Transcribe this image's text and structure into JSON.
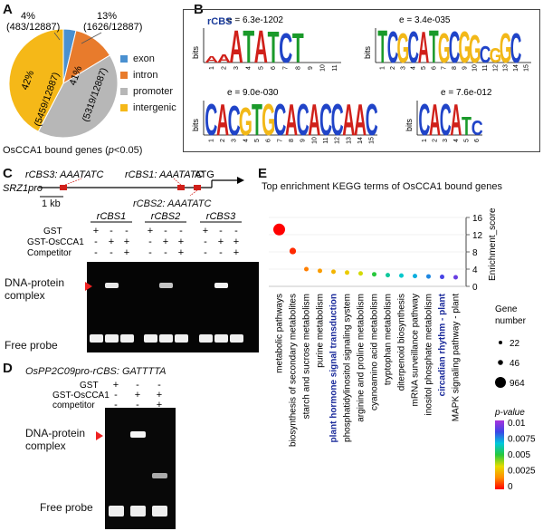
{
  "panels": {
    "A": "A",
    "B": "B",
    "C": "C",
    "D": "D",
    "E": "E"
  },
  "panelA": {
    "chart_data": {
      "type": "pie",
      "title": "OsCCA1 bound genes (p<0.05)",
      "categories": [
        "exon",
        "intron",
        "promoter",
        "intergenic"
      ],
      "values": [
        483,
        1626,
        5319,
        5459
      ],
      "total": 12887,
      "percent_labels": [
        "4%",
        "13%",
        "41%",
        "42%"
      ],
      "count_labels": [
        "(483/12887)",
        "(1626/12887)",
        "(5319/12887)",
        "(5459/12887)"
      ],
      "colors": [
        "#4a90d0",
        "#e87b2c",
        "#b7b7b7",
        "#f5b818"
      ]
    },
    "legend": [
      "exon",
      "intron",
      "promoter",
      "intergenic"
    ],
    "caption_prefix": "OsCCA1 bound genes (",
    "caption_p": "p",
    "caption_suffix": "<0.05)"
  },
  "panelB": {
    "motifs": [
      {
        "label": "rCBS",
        "evalue": "e = 6.3e-1202",
        "letters": "AAATATCT",
        "positions": [
          "1",
          "2",
          "3",
          "4",
          "5",
          "6",
          "7",
          "8",
          "9",
          "10",
          "11"
        ],
        "ylabel": "bits"
      },
      {
        "label": "",
        "evalue": "e = 3.4e-035",
        "letters": "TCGCATGCGGCGGC",
        "positions": [
          "1",
          "2",
          "3",
          "4",
          "5",
          "6",
          "7",
          "8",
          "9",
          "10",
          "11",
          "12",
          "13",
          "14",
          "15"
        ],
        "ylabel": "bits"
      },
      {
        "label": "",
        "evalue": "e = 9.0e-030",
        "letters": "CACGTGCACACCAAC",
        "positions": [
          "1",
          "2",
          "3",
          "4",
          "5",
          "6",
          "7",
          "8",
          "9",
          "10",
          "11",
          "12",
          "13",
          "14",
          "15"
        ],
        "ylabel": "bits"
      },
      {
        "label": "",
        "evalue": "e = 7.6e-012",
        "letters": "CACATC",
        "positions": [
          "1",
          "2",
          "3",
          "4",
          "5",
          "6"
        ],
        "ylabel": "bits"
      }
    ]
  },
  "panelC": {
    "promoter": "SRZ1pro",
    "rcbs3": "rCBS3: AAATATC",
    "rcbs1": "rCBS1: AAATATC",
    "rcbs2": "rCBS2: AAATATC",
    "scale": "1 kb",
    "atg": "ATG",
    "lane_groups": [
      "rCBS1",
      "rCBS2",
      "rCBS3"
    ],
    "rows": [
      {
        "label": "GST",
        "signs": [
          "+",
          "-",
          "-",
          "+",
          "-",
          "-",
          "+",
          "-",
          "-"
        ]
      },
      {
        "label": "GST-OsCCA1",
        "signs": [
          "-",
          "+",
          "+",
          "-",
          "+",
          "+",
          "-",
          "+",
          "+"
        ]
      },
      {
        "label": "Competitor",
        "signs": [
          "-",
          "-",
          "+",
          "-",
          "-",
          "+",
          "-",
          "-",
          "+"
        ]
      }
    ],
    "complex_label_1": "DNA-protein",
    "complex_label_2": "complex",
    "free_probe": "Free probe"
  },
  "panelD": {
    "title": "OsPP2C09pro-rCBS: GATTTTA",
    "rows": [
      {
        "label": "GST",
        "signs": [
          "+",
          "-",
          "-"
        ]
      },
      {
        "label": "GST-OsCCA1",
        "signs": [
          "-",
          "+",
          "+"
        ]
      },
      {
        "label": "competitor",
        "signs": [
          "-",
          "-",
          "+"
        ]
      }
    ],
    "complex_label_1": "DNA-protein",
    "complex_label_2": "complex",
    "free_probe": "Free probe"
  },
  "panelE": {
    "title": "Top enrichment KEGG terms of OsCCA1 bound genes",
    "chart_data": {
      "type": "scatter",
      "ylabel": "Enrichment_score",
      "ylim": [
        0,
        16
      ],
      "yticks": [
        "0",
        "4",
        "8",
        "12",
        "16"
      ],
      "categories": [
        "metabolic pathways",
        "biosynthesis of secondary metabolites",
        "starch and sucrose metabolism",
        "purine metabolism",
        "plant hormone signal transduction",
        "phosphatidylinositol signaling system",
        "arginine and proline metabolism",
        "cyanoamino acid metabolism",
        "tryptophan metabolism",
        "diterpenoid biosynthesis",
        "mRNA surveillance pathway",
        "inositol phosphate metabolism",
        "circadian rhythm - plant",
        "MAPK signaling pathway - plant"
      ],
      "highlight": [
        false,
        false,
        false,
        false,
        true,
        false,
        false,
        false,
        false,
        false,
        false,
        false,
        true,
        false
      ],
      "values": [
        13.2,
        8.2,
        4.0,
        3.6,
        3.4,
        3.2,
        3.0,
        2.8,
        2.6,
        2.5,
        2.4,
        2.3,
        2.2,
        2.1
      ],
      "gene_numbers": [
        964,
        300,
        55,
        46,
        60,
        30,
        30,
        22,
        22,
        22,
        24,
        22,
        22,
        22
      ],
      "p_values": [
        0.0,
        0.0005,
        0.0015,
        0.002,
        0.0025,
        0.003,
        0.0035,
        0.005,
        0.006,
        0.0065,
        0.007,
        0.0075,
        0.0085,
        0.009
      ],
      "size_legend_title": [
        "Gene",
        "number"
      ],
      "size_legend": [
        "22",
        "46",
        "964"
      ],
      "color_legend_title": "p-value",
      "color_legend": [
        "0.01",
        "0.0075",
        "0.005",
        "0.0025",
        "0"
      ]
    }
  }
}
